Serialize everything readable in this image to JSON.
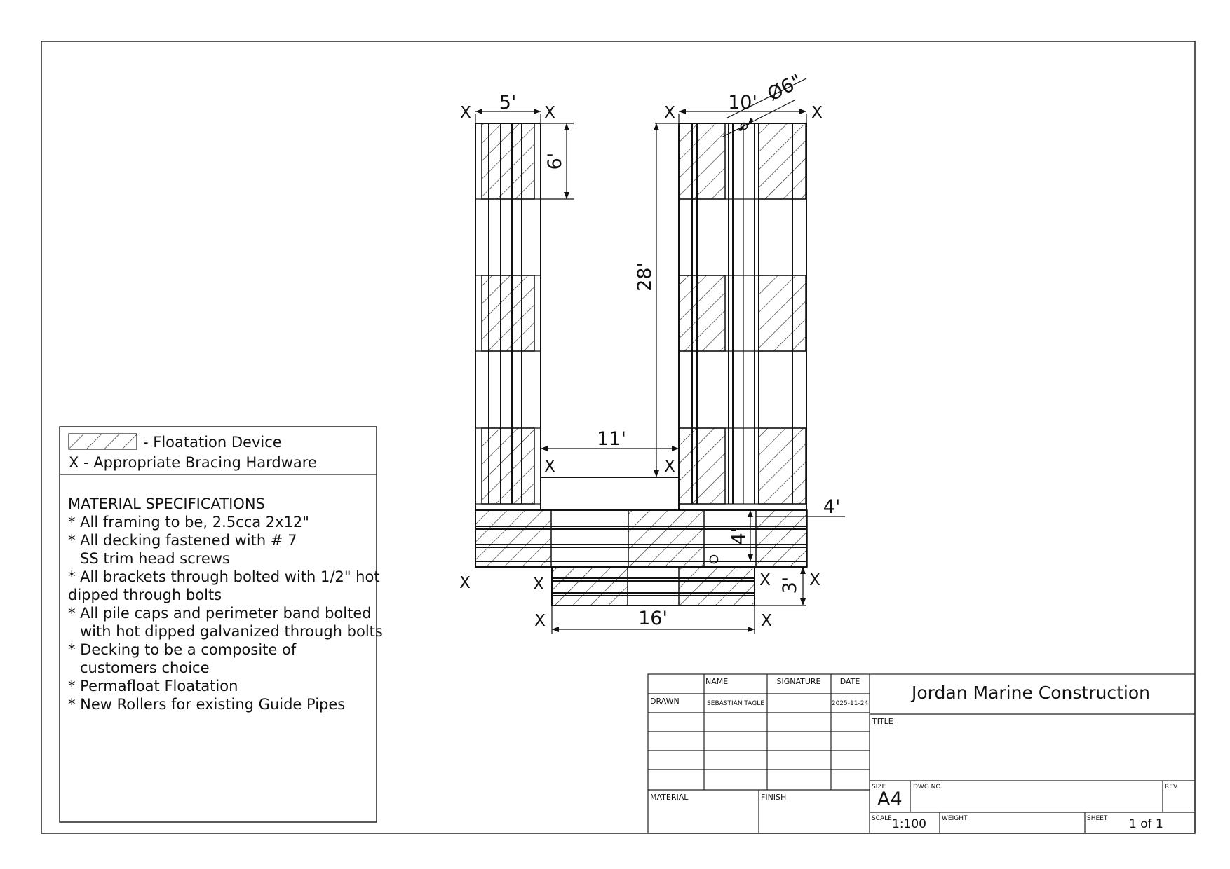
{
  "legend": {
    "floatation_label": "- Floatation Device",
    "bracing_label": "X - Appropriate Bracing Hardware",
    "specs_title": "MATERIAL SPECIFICATIONS",
    "spec_lines": [
      "* All framing to be, 2.5cca 2x12\"",
      "* All decking fastened with # 7",
      "SS trim head screws",
      "* All brackets through bolted with 1/2\" hot",
      "dipped through bolts",
      "* All pile caps and perimeter band bolted",
      "with hot dipped galvanized through bolts",
      "* Decking to be a composite of",
      "customers choice",
      "* Permafloat Floatation",
      "* New Rollers for existing Guide Pipes"
    ]
  },
  "drawing": {
    "bracing_mark": "X",
    "dims": {
      "left_width": "5'",
      "right_width": "10'",
      "pipe_diameter": "Ø6\"",
      "float_height": "6'",
      "slip_length": "28'",
      "slip_width": "11'",
      "right_ext": "4'",
      "tier_height": "4'",
      "step_height": "3'",
      "bottom_width": "16'"
    }
  },
  "title_block": {
    "company": "Jordan Marine Construction",
    "headers": {
      "name": "NAME",
      "signature": "SIGNATURE",
      "date": "DATE"
    },
    "drawn_label": "DRAWN",
    "drawn_name": "SEBASTIAN TAGLE",
    "drawn_date": "2025-11-24",
    "material_label": "MATERIAL",
    "finish_label": "FINISH",
    "title_label": "TITLE",
    "size_label": "SIZE",
    "size_value": "A4",
    "dwg_label": "DWG NO.",
    "rev_label": "REV.",
    "scale_label": "SCALE",
    "scale_value": "1:100",
    "weight_label": "WEIGHT",
    "sheet_label": "SHEET",
    "sheet_value": "1 of 1"
  }
}
